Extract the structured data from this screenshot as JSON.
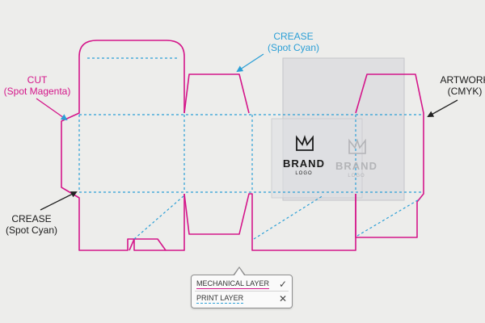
{
  "colors": {
    "cut": "#d4168a",
    "crease": "#2b9fd6",
    "artwork_text": "#1b1b1b",
    "background": "#ededeb"
  },
  "callouts": {
    "cut": {
      "line1": "CUT",
      "line2": "(Spot Magenta)"
    },
    "crease_top": {
      "line1": "CREASE",
      "line2": "(Spot Cyan)"
    },
    "crease_left": {
      "line1": "CREASE",
      "line2": "(Spot Cyan)"
    },
    "artwork": {
      "line1": "ARTWORK",
      "line2": "(CMYK)"
    }
  },
  "artwork": {
    "brand": "BRAND",
    "logo": "LOGO",
    "ghost_brand": "BRAND",
    "ghost_logo": "LOGO",
    "icon": "crown-logo-icon"
  },
  "legend": {
    "mechanical_label": "MECHANICAL LAYER",
    "mechanical_mark": "✓",
    "print_label": "PRINT LAYER",
    "print_mark": "✕"
  }
}
